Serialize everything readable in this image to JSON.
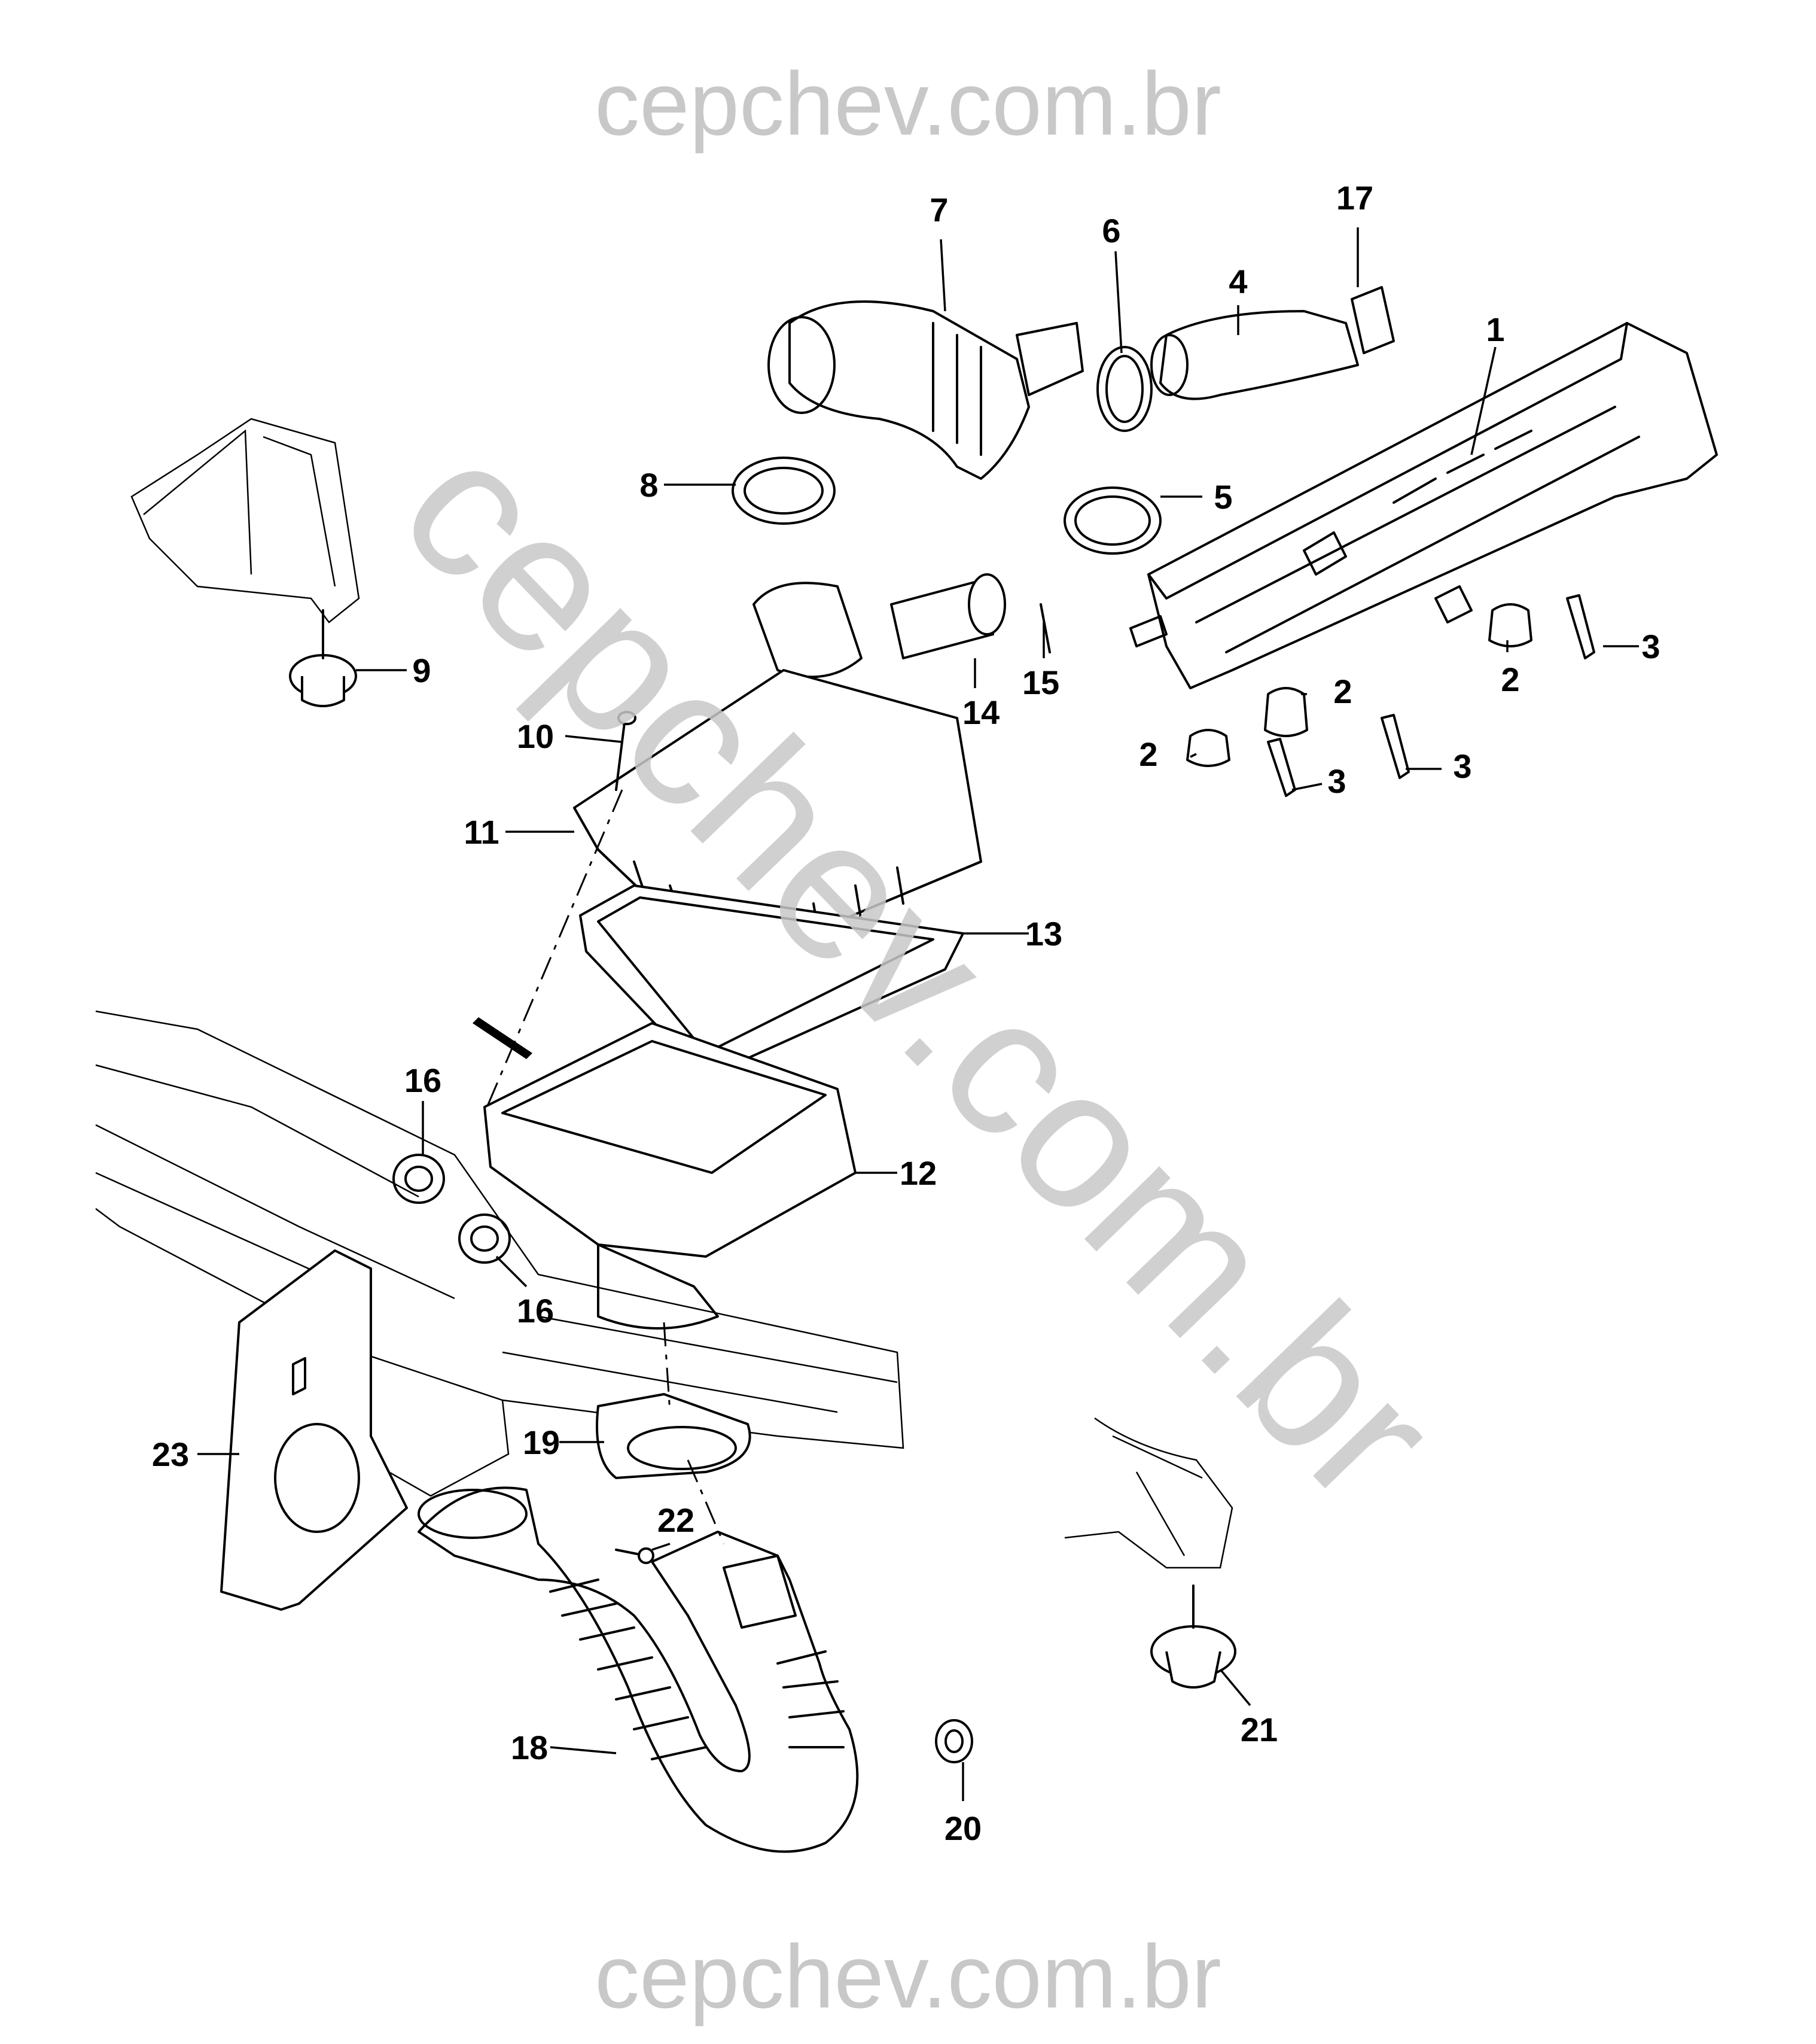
{
  "watermark": {
    "text_top": "cepchev.com.br",
    "text_bottom": "cepchev.com.br",
    "text_diagonal": "cepchev.com.br",
    "color": "#c8c8c8"
  },
  "callouts": [
    {
      "id": "c1",
      "label": "1"
    },
    {
      "id": "c2a",
      "label": "2"
    },
    {
      "id": "c2b",
      "label": "2"
    },
    {
      "id": "c2c",
      "label": "2"
    },
    {
      "id": "c3a",
      "label": "3"
    },
    {
      "id": "c3b",
      "label": "3"
    },
    {
      "id": "c3c",
      "label": "3"
    },
    {
      "id": "c4",
      "label": "4"
    },
    {
      "id": "c5",
      "label": "5"
    },
    {
      "id": "c6",
      "label": "6"
    },
    {
      "id": "c7",
      "label": "7"
    },
    {
      "id": "c8",
      "label": "8"
    },
    {
      "id": "c9",
      "label": "9"
    },
    {
      "id": "c10",
      "label": "10"
    },
    {
      "id": "c11",
      "label": "11"
    },
    {
      "id": "c12",
      "label": "12"
    },
    {
      "id": "c13",
      "label": "13"
    },
    {
      "id": "c14",
      "label": "14"
    },
    {
      "id": "c15",
      "label": "15"
    },
    {
      "id": "c16a",
      "label": "16"
    },
    {
      "id": "c16b",
      "label": "16"
    },
    {
      "id": "c17",
      "label": "17"
    },
    {
      "id": "c18",
      "label": "18"
    },
    {
      "id": "c19",
      "label": "19"
    },
    {
      "id": "c20",
      "label": "20"
    },
    {
      "id": "c21",
      "label": "21"
    },
    {
      "id": "c22",
      "label": "22"
    },
    {
      "id": "c23",
      "label": "23"
    }
  ]
}
